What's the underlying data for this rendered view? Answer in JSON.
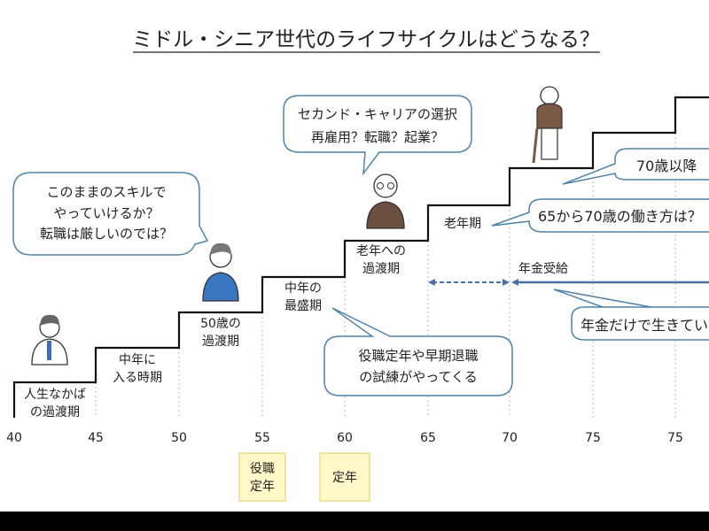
{
  "title": "ミドル・シニア世代のライフサイクルはどうなる？",
  "axis_ticks": [
    "40",
    "45",
    "50",
    "55",
    "60",
    "65",
    "70",
    "75",
    "75"
  ],
  "stages": [
    [
      "人生なかば",
      "の過渡期"
    ],
    [
      "中年に",
      "入る時期"
    ],
    [
      "50歳の",
      "過渡期"
    ],
    [
      "中年の",
      "最盛期"
    ],
    [
      "老年への",
      "過渡期"
    ],
    [
      "老年期"
    ]
  ],
  "bubbles": {
    "skills": [
      "このままのスキルで",
      "やっていけるか？",
      "転職は厳しいのでは？"
    ],
    "career": [
      "セカンド・キャリアの選択",
      "再雇用？転職？起業？"
    ],
    "trials": [
      "役職定年や早期退職",
      "の試練がやってくる"
    ],
    "work_65_70": "65から70歳の働き方は？",
    "after_70": "70歳以降",
    "pension_only": "年金だけで生きてい"
  },
  "pension_label": "年金受給",
  "markers": {
    "post_retirement": [
      "役職",
      "定年"
    ],
    "retirement": "定年"
  },
  "colors": {
    "accent": "#4a6fa5",
    "bubble_border": "#4f84a8",
    "marker_fill": "#fff9c9"
  }
}
